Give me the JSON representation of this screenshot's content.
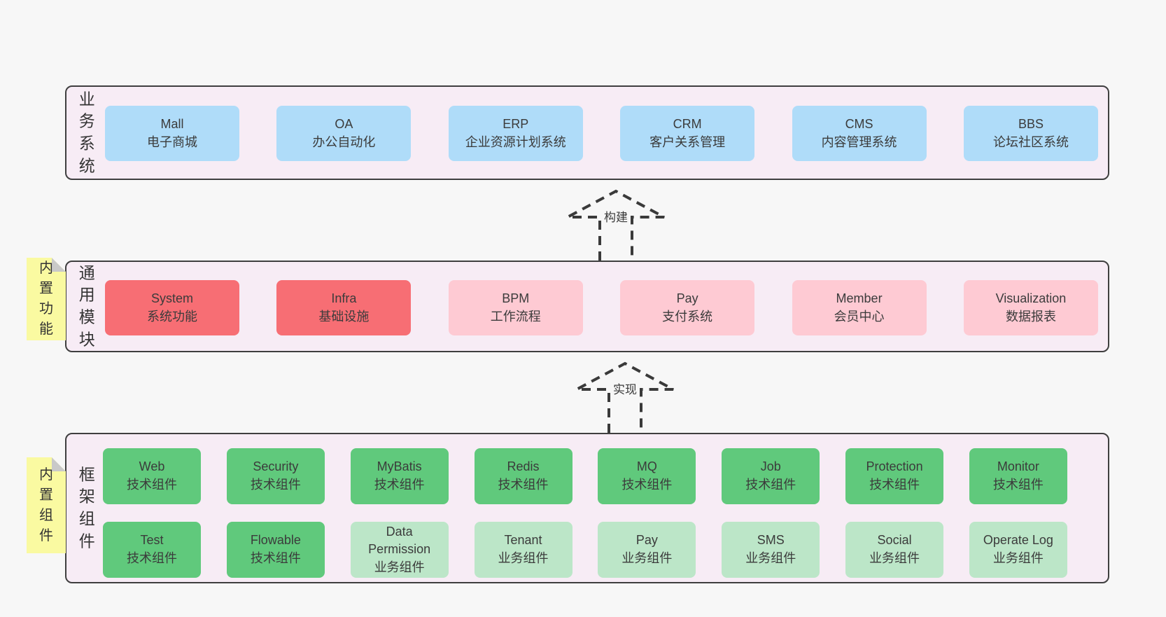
{
  "colors": {
    "background": "#f7f7f7",
    "panel_fill": "#f7ecf5",
    "panel_border": "#3f3f3f",
    "business_box": "#afdcf9",
    "core_module_box": "#f76e74",
    "optional_module_box": "#fecad3",
    "tech_component_box": "#60c97c",
    "biz_component_box": "#bce6c8",
    "sticky_note": "#fafaa1",
    "note_fold": "#c9c9c9",
    "text": "#3b3b3b"
  },
  "diagram": {
    "layers": {
      "business": {
        "label": "业务系统",
        "boxes": [
          {
            "name": "Mall",
            "desc": "电子商城"
          },
          {
            "name": "OA",
            "desc": "办公自动化"
          },
          {
            "name": "ERP",
            "desc": "企业资源计划系统"
          },
          {
            "name": "CRM",
            "desc": "客户关系管理"
          },
          {
            "name": "CMS",
            "desc": "内容管理系统"
          },
          {
            "name": "BBS",
            "desc": "论坛社区系统"
          }
        ]
      },
      "modules": {
        "label": "通用模块",
        "note": "内置功能",
        "boxes": [
          {
            "name": "System",
            "desc": "系统功能"
          },
          {
            "name": "Infra",
            "desc": "基础设施"
          },
          {
            "name": "BPM",
            "desc": "工作流程"
          },
          {
            "name": "Pay",
            "desc": "支付系统"
          },
          {
            "name": "Member",
            "desc": "会员中心"
          },
          {
            "name": "Visualization",
            "desc": "数据报表"
          }
        ]
      },
      "components": {
        "label": "框架组件",
        "note": "内置组件",
        "row1": [
          {
            "name": "Web",
            "desc": "技术组件"
          },
          {
            "name": "Security",
            "desc": "技术组件"
          },
          {
            "name": "MyBatis",
            "desc": "技术组件"
          },
          {
            "name": "Redis",
            "desc": "技术组件"
          },
          {
            "name": "MQ",
            "desc": "技术组件"
          },
          {
            "name": "Job",
            "desc": "技术组件"
          },
          {
            "name": "Protection",
            "desc": "技术组件"
          },
          {
            "name": "Monitor",
            "desc": "技术组件"
          }
        ],
        "row2": [
          {
            "name": "Test",
            "desc": "技术组件"
          },
          {
            "name": "Flowable",
            "desc": "技术组件"
          },
          {
            "name": "Data Permission",
            "desc": "业务组件"
          },
          {
            "name": "Tenant",
            "desc": "业务组件"
          },
          {
            "name": "Pay",
            "desc": "业务组件"
          },
          {
            "name": "SMS",
            "desc": "业务组件"
          },
          {
            "name": "Social",
            "desc": "业务组件"
          },
          {
            "name": "Operate Log",
            "desc": "业务组件"
          }
        ]
      }
    },
    "connectors": [
      {
        "label": "构建"
      },
      {
        "label": "实现"
      }
    ]
  }
}
